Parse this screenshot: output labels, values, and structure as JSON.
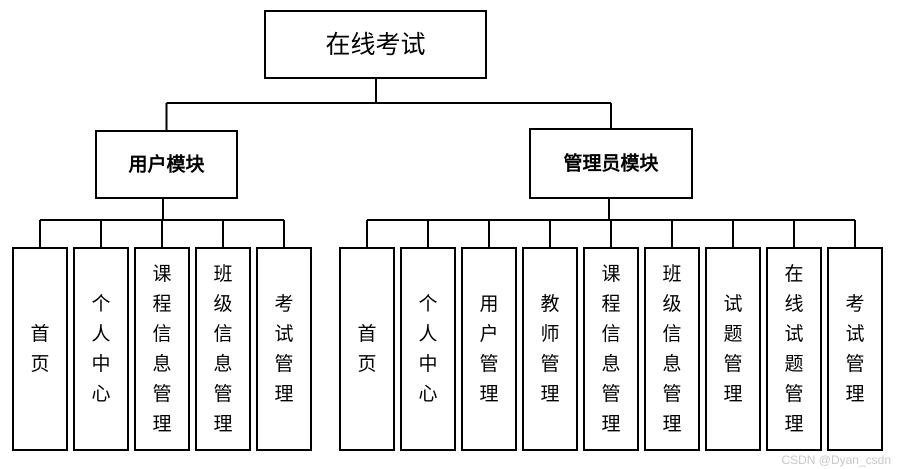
{
  "root": {
    "label": "在线考试"
  },
  "groups": [
    {
      "label": "用户模块",
      "children": [
        "首页",
        "个人中心",
        "课程信息管理",
        "班级信息管理",
        "考试管理"
      ]
    },
    {
      "label": "管理员模块",
      "children": [
        "首页",
        "个人中心",
        "用户管理",
        "教师管理",
        "课程信息管理",
        "班级信息管理",
        "试题管理",
        "在线试题管理",
        "考试管理"
      ]
    }
  ],
  "watermark": "CSDN @Dyan_csdn"
}
